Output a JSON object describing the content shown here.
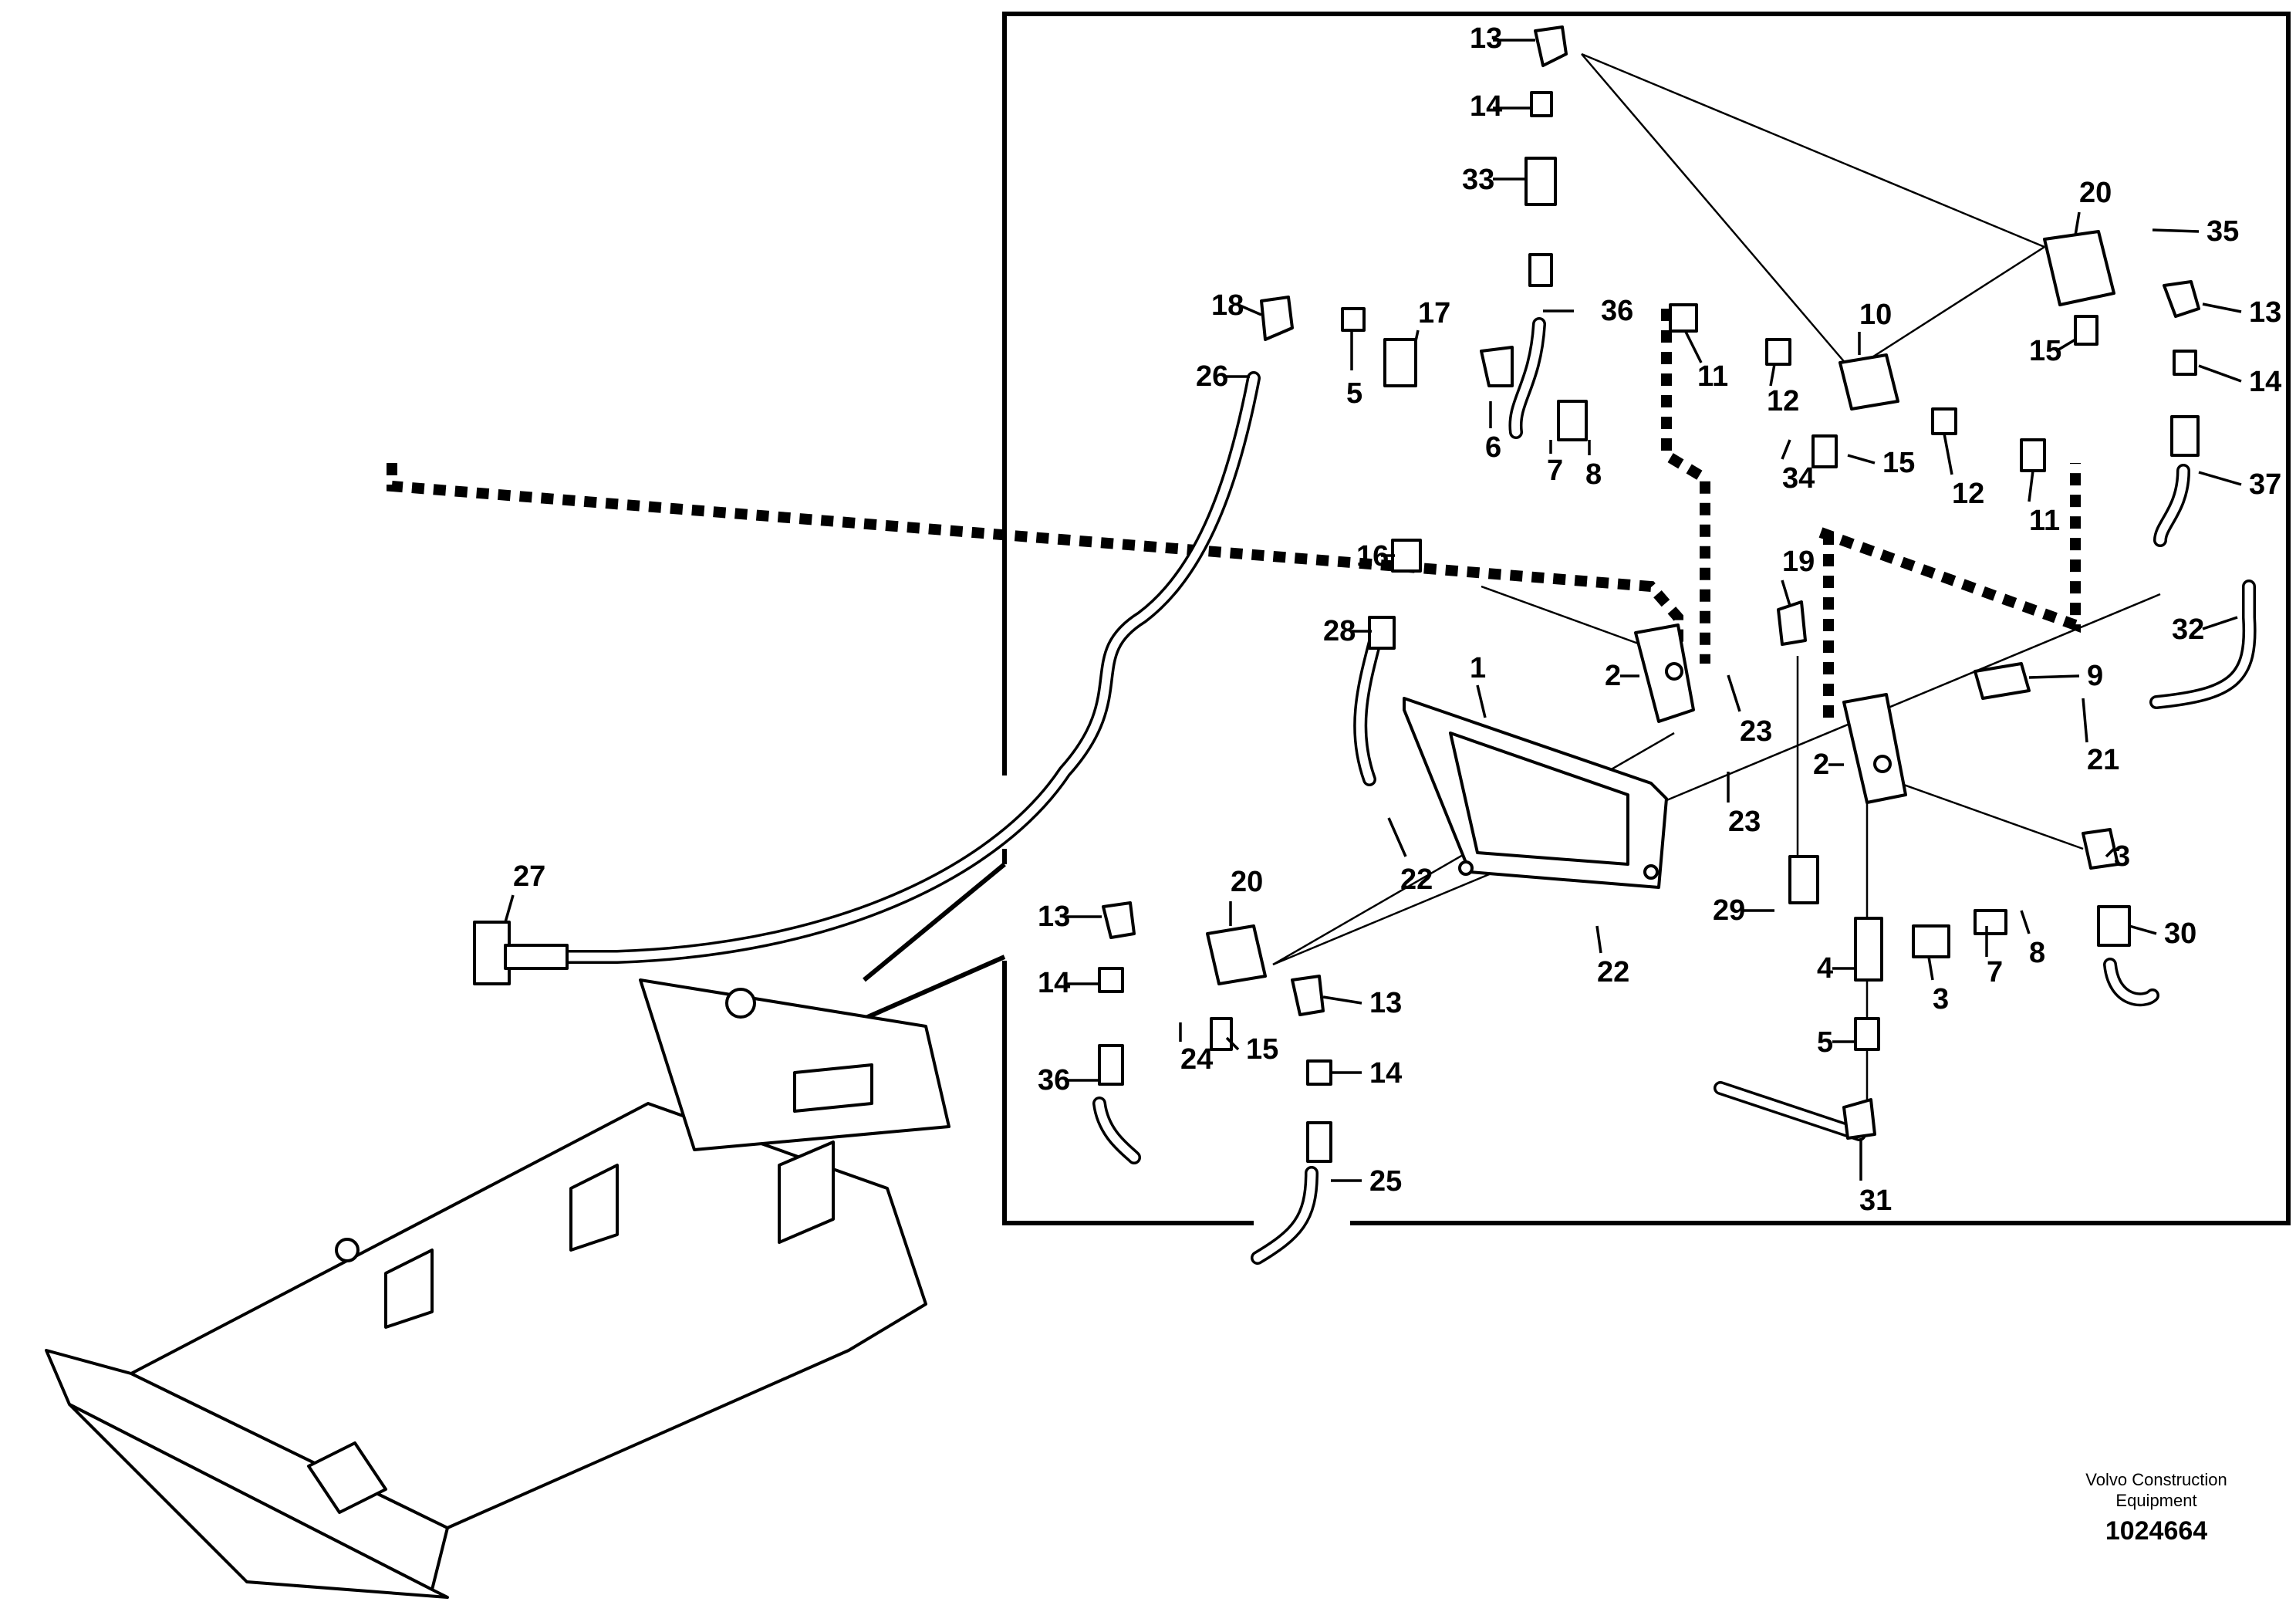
{
  "callouts": [
    {
      "id": "c13a",
      "label": "13"
    },
    {
      "id": "c14a",
      "label": "14"
    },
    {
      "id": "c33",
      "label": "33"
    },
    {
      "id": "c36a",
      "label": "36"
    },
    {
      "id": "c20a",
      "label": "20"
    },
    {
      "id": "c35",
      "label": "35"
    },
    {
      "id": "c13b",
      "label": "13"
    },
    {
      "id": "c14b",
      "label": "14"
    },
    {
      "id": "c15a",
      "label": "15"
    },
    {
      "id": "c37",
      "label": "37"
    },
    {
      "id": "c18",
      "label": "18"
    },
    {
      "id": "c17",
      "label": "17"
    },
    {
      "id": "c26",
      "label": "26"
    },
    {
      "id": "c5a",
      "label": "5"
    },
    {
      "id": "c6",
      "label": "6"
    },
    {
      "id": "c7a",
      "label": "7"
    },
    {
      "id": "c8a",
      "label": "8"
    },
    {
      "id": "c10",
      "label": "10"
    },
    {
      "id": "c11a",
      "label": "11"
    },
    {
      "id": "c12a",
      "label": "12"
    },
    {
      "id": "c34",
      "label": "34"
    },
    {
      "id": "c15b",
      "label": "15"
    },
    {
      "id": "c12b",
      "label": "12"
    },
    {
      "id": "c11b",
      "label": "11"
    },
    {
      "id": "c16",
      "label": "16"
    },
    {
      "id": "c19",
      "label": "19"
    },
    {
      "id": "c28",
      "label": "28"
    },
    {
      "id": "c2a",
      "label": "2"
    },
    {
      "id": "c1",
      "label": "1"
    },
    {
      "id": "c23a",
      "label": "23"
    },
    {
      "id": "c9",
      "label": "9"
    },
    {
      "id": "c32",
      "label": "32"
    },
    {
      "id": "c21",
      "label": "21"
    },
    {
      "id": "c2b",
      "label": "2"
    },
    {
      "id": "c23b",
      "label": "23"
    },
    {
      "id": "c22a",
      "label": "22"
    },
    {
      "id": "c3a",
      "label": "3"
    },
    {
      "id": "c27",
      "label": "27"
    },
    {
      "id": "c20b",
      "label": "20"
    },
    {
      "id": "c13c",
      "label": "13"
    },
    {
      "id": "c29",
      "label": "29"
    },
    {
      "id": "c30",
      "label": "30"
    },
    {
      "id": "c14c",
      "label": "14"
    },
    {
      "id": "c13d",
      "label": "13"
    },
    {
      "id": "c22b",
      "label": "22"
    },
    {
      "id": "c4",
      "label": "4"
    },
    {
      "id": "c8b",
      "label": "8"
    },
    {
      "id": "c7b",
      "label": "7"
    },
    {
      "id": "c3b",
      "label": "3"
    },
    {
      "id": "c24",
      "label": "24"
    },
    {
      "id": "c15c",
      "label": "15"
    },
    {
      "id": "c36b",
      "label": "36"
    },
    {
      "id": "c14d",
      "label": "14"
    },
    {
      "id": "c5b",
      "label": "5"
    },
    {
      "id": "c25",
      "label": "25"
    },
    {
      "id": "c31",
      "label": "31"
    }
  ],
  "brand": {
    "line1": "Volvo Construction",
    "line2": "Equipment"
  },
  "doc_number": "1024664"
}
